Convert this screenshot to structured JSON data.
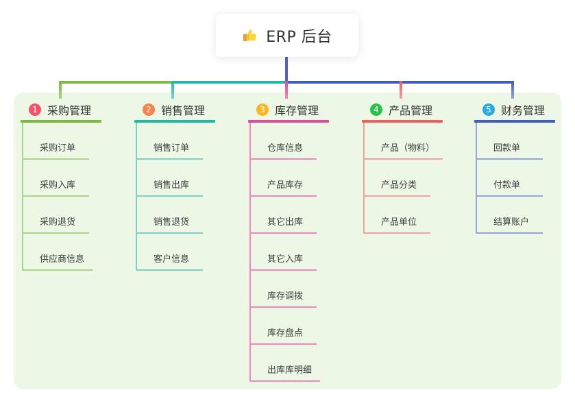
{
  "root": {
    "label": "ERP 后台",
    "icon": "thumbs-up-icon"
  },
  "colors": {
    "stem": "#4f63cc",
    "panel_bg": "#ecf7e6",
    "card_bg": "#ffffff",
    "title_text": "#333333",
    "child_text": "#3d3d3d",
    "thumb_yellow": "#fdd835",
    "thumb_cuff": "#e49f3c"
  },
  "branches": [
    {
      "num": "1",
      "title": "采购管理",
      "badge_color": "#f4516c",
      "line_color": "#7cb93f",
      "light_color": "#a9d584",
      "children": [
        "采购订单",
        "采购入库",
        "采购退货",
        "供应商信息"
      ]
    },
    {
      "num": "2",
      "title": "销售管理",
      "badge_color": "#f9824a",
      "line_color": "#1cb9a8",
      "light_color": "#79d4c7",
      "children": [
        "销售订单",
        "销售出库",
        "销售退货",
        "客户信息"
      ]
    },
    {
      "num": "3",
      "title": "库存管理",
      "badge_color": "#fcb621",
      "line_color": "#e24b9d",
      "light_color": "#f186c0",
      "children": [
        "仓库信息",
        "产品库存",
        "其它出库",
        "其它入库",
        "库存调拨",
        "库存盘点",
        "出库库明细"
      ]
    },
    {
      "num": "4",
      "title": "产品管理",
      "badge_color": "#27c24c",
      "line_color": "#f35d5d",
      "light_color": "#f89f9f",
      "children": [
        "产品（物料）",
        "产品分类",
        "产品单位"
      ]
    },
    {
      "num": "5",
      "title": "财务管理",
      "badge_color": "#28aae2",
      "line_color": "#3f5bc6",
      "light_color": "#93a6e0",
      "children": [
        "回款单",
        "付款单",
        "结算账户"
      ]
    }
  ]
}
